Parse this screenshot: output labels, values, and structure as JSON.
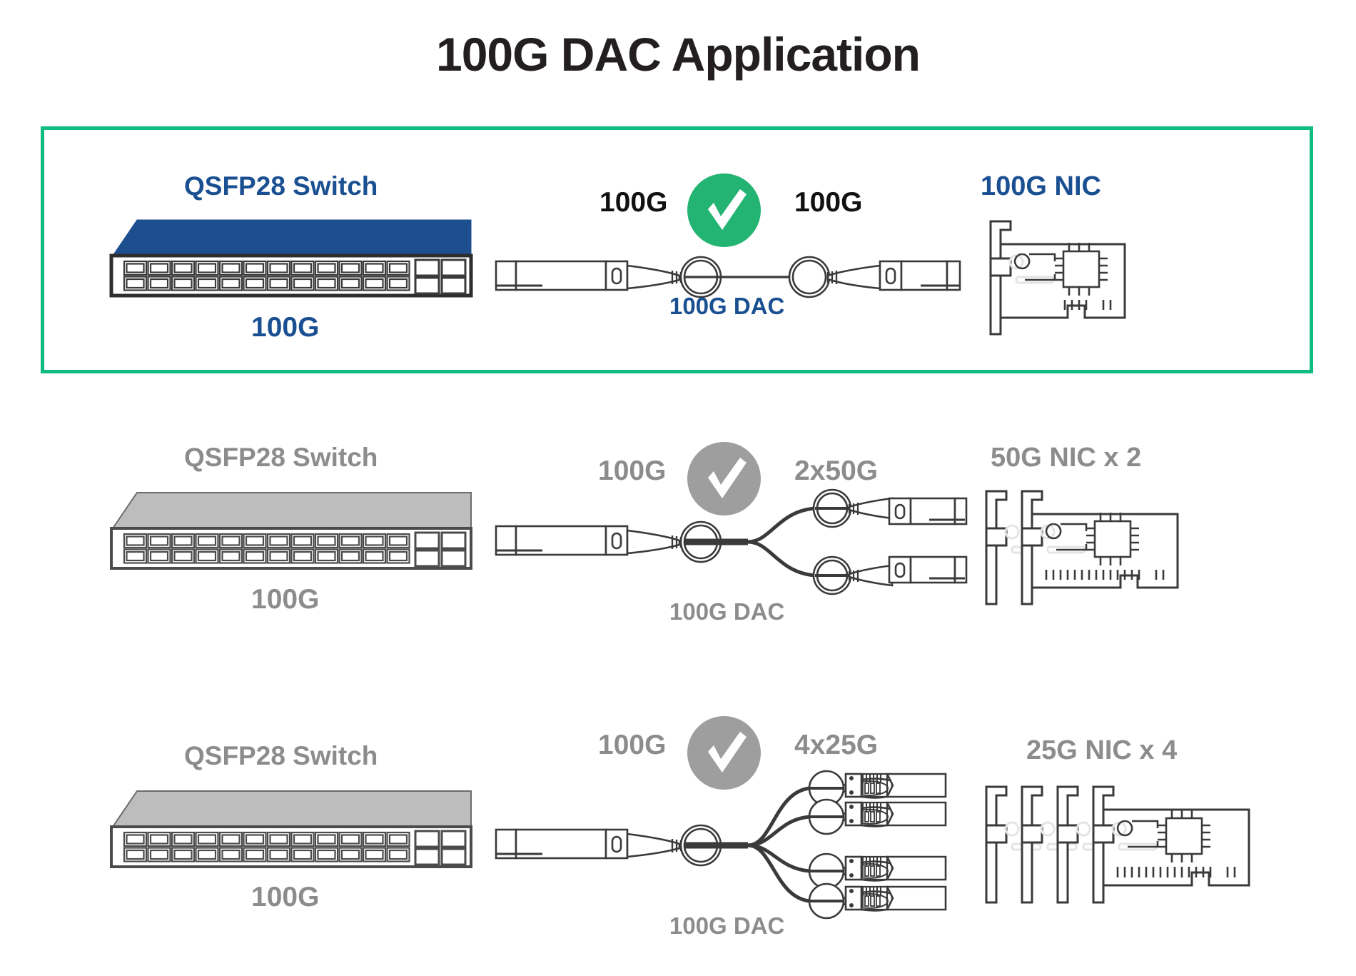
{
  "page": {
    "title": "100G DAC Application",
    "colors": {
      "accent_green": "#0fbc80",
      "brand_blue": "#1a5091",
      "switch_top_blue": "#1d4f8f",
      "muted_gray": "#8c8c8c",
      "switch_top_gray": "#bdbdbd",
      "outline": "#3a3a3a",
      "text_black": "#231f20"
    }
  },
  "rows": [
    {
      "id": "row-100g-direct",
      "highlighted": true,
      "accent": "#1a5091",
      "switch": {
        "title": "QSFP28 Switch",
        "speed": "100G",
        "port_columns": 12,
        "port_rows": 2,
        "uplink_ports": 4,
        "top_color": "#1d4f8f"
      },
      "cable": {
        "label": "100G DAC",
        "left_speed": "100G",
        "right_speed": "100G",
        "breakout": 1
      },
      "badge": {
        "icon": "check-icon",
        "color": "#23b473"
      },
      "nic": {
        "label": "100G NIC",
        "count": 1
      }
    },
    {
      "id": "row-2x50g",
      "highlighted": false,
      "accent": "#8c8c8c",
      "switch": {
        "title": "QSFP28 Switch",
        "speed": "100G",
        "port_columns": 12,
        "port_rows": 2,
        "uplink_ports": 4,
        "top_color": "#bdbdbd"
      },
      "cable": {
        "label": "100G DAC",
        "left_speed": "100G",
        "right_speed": "2x50G",
        "breakout": 2
      },
      "badge": {
        "icon": "check-icon",
        "color": "#9e9e9e"
      },
      "nic": {
        "label": "50G NIC x 2",
        "count": 2
      }
    },
    {
      "id": "row-4x25g",
      "highlighted": false,
      "accent": "#8c8c8c",
      "switch": {
        "title": "QSFP28 Switch",
        "speed": "100G",
        "port_columns": 12,
        "port_rows": 2,
        "uplink_ports": 4,
        "top_color": "#bdbdbd"
      },
      "cable": {
        "label": "100G DAC",
        "left_speed": "100G",
        "right_speed": "4x25G",
        "breakout": 4
      },
      "badge": {
        "icon": "check-icon",
        "color": "#9e9e9e"
      },
      "nic": {
        "label": "25G NIC x 4",
        "count": 4
      }
    }
  ]
}
